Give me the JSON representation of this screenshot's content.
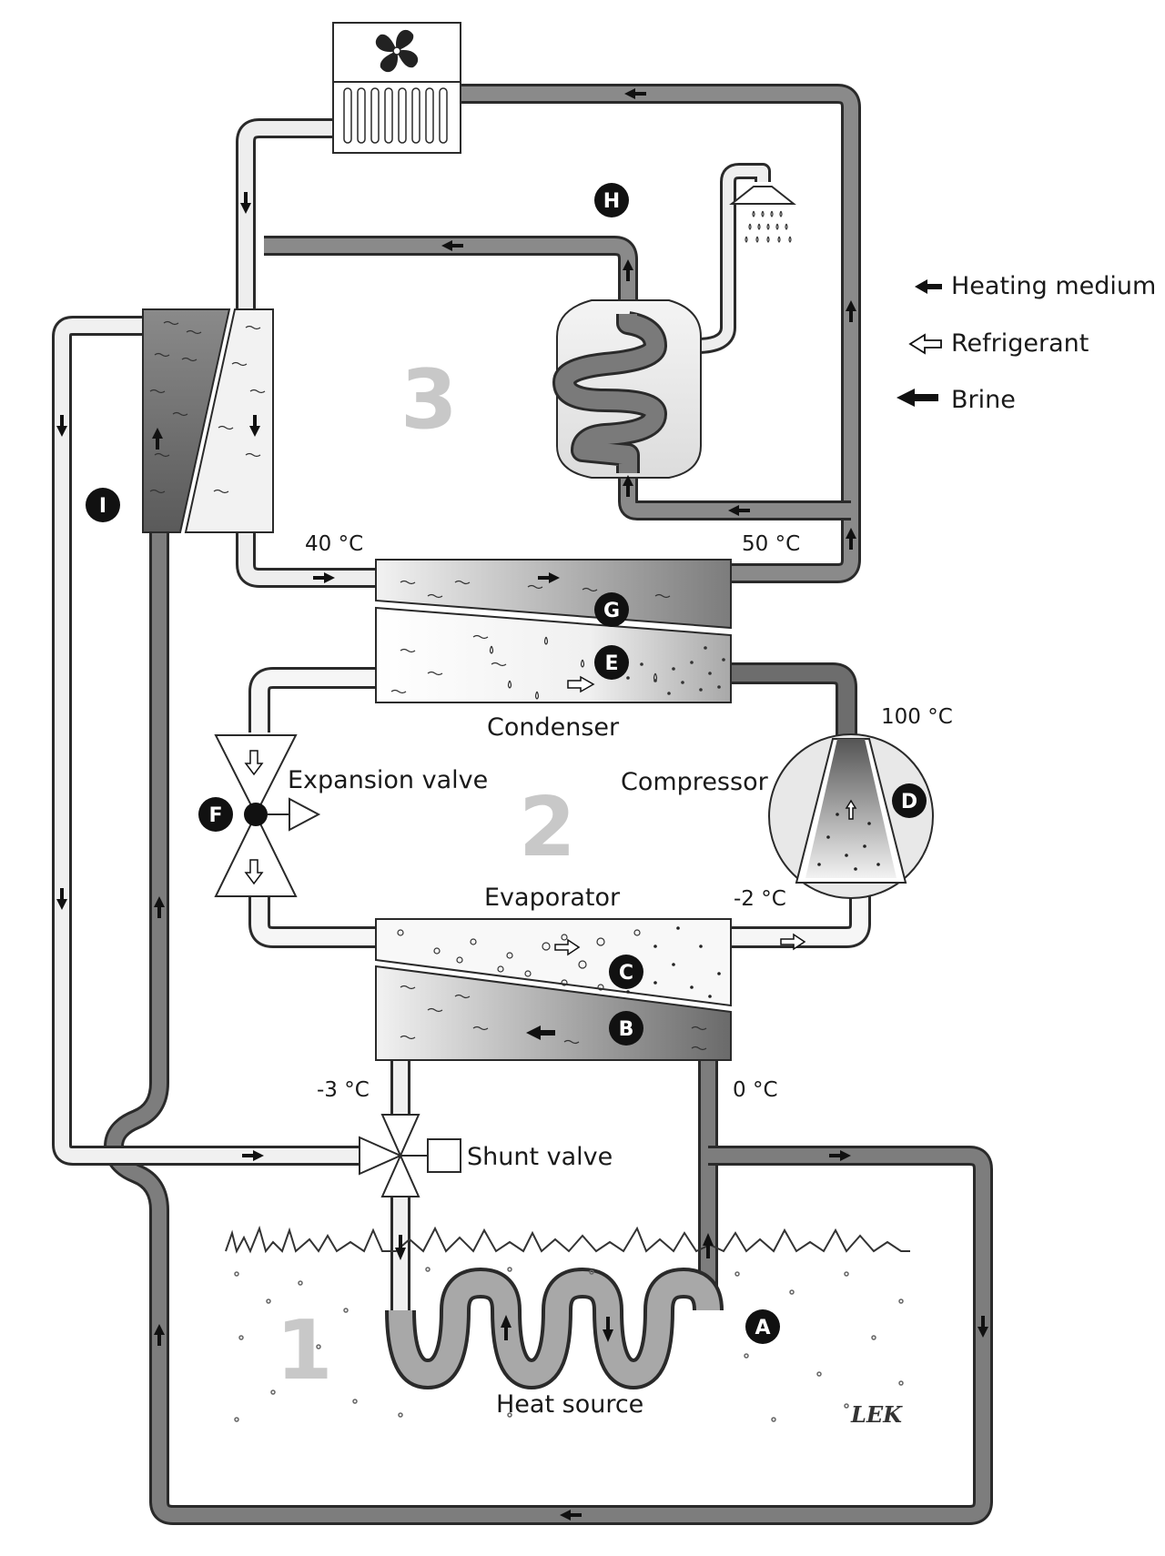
{
  "legend": {
    "heating_medium": "Heating medium",
    "refrigerant": "Refrigerant",
    "brine": "Brine"
  },
  "components": {
    "condenser": "Condenser",
    "evaporator": "Evaporator",
    "compressor": "Compressor",
    "expansion_valve": "Expansion valve",
    "shunt_valve": "Shunt valve",
    "heat_source": "Heat source"
  },
  "temperatures": {
    "t40": "40 °C",
    "t50": "50 °C",
    "t100": "100 °C",
    "tm2": "-2 °C",
    "tm3": "-3 °C",
    "t0": "0 °C"
  },
  "markers": {
    "a": "A",
    "b": "B",
    "c": "C",
    "d": "D",
    "e": "E",
    "f": "F",
    "g": "G",
    "h": "H",
    "i": "I"
  },
  "zones": {
    "z1": "1",
    "z2": "2",
    "z3": "3"
  },
  "watermark": "LEK",
  "colors": {
    "pipe_dark": "#7a7a7a",
    "pipe_light": "#e4e4e4",
    "outline": "#2a2a2a",
    "marker": "#111111",
    "zone_number": "#c8c8c8"
  }
}
